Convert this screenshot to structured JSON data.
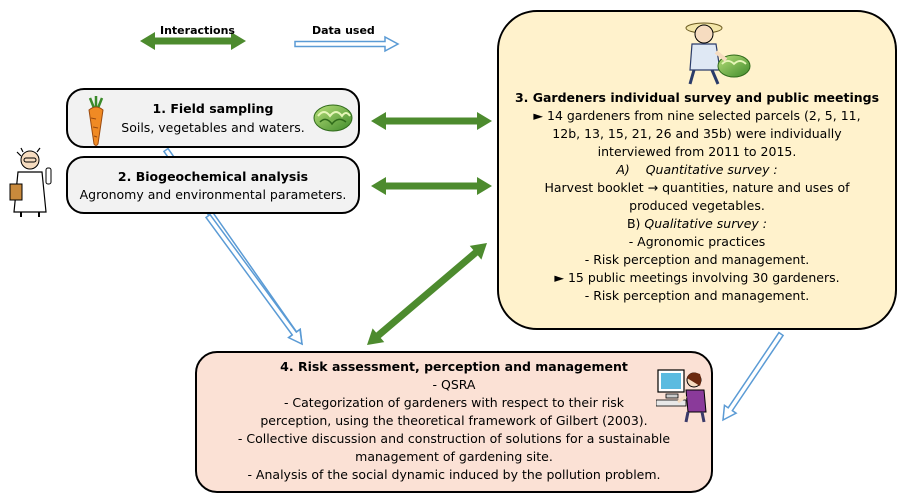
{
  "legend": {
    "interactions_label": "Interactions",
    "data_used_label": "Data used"
  },
  "box1": {
    "title": "1. Field sampling",
    "text": "Soils, vegetables and waters."
  },
  "box2": {
    "title": "2. Biogeochemical analysis",
    "text": "Agronomy and environmental parameters."
  },
  "box3": {
    "title": "3. Gardeners individual survey and public meetings",
    "line1": "► 14 gardeners from nine selected parcels (2, 5, 11,",
    "line2": "12b, 13, 15, 21, 26 and 35b) were individually",
    "line3": "interviewed from 2011 to 2015.",
    "quant_marker": "A)",
    "quant_label": "Quantitative survey :",
    "line5": "Harvest booklet → quantities, nature and uses of",
    "line6": "produced vegetables.",
    "qual_marker": "B)",
    "qual_label": "Qualitative survey :",
    "line8": "- Agronomic practices",
    "line9": "- Risk perception and management.",
    "line10": "► 15 public meetings involving 30 gardeners.",
    "line11": "- Risk perception and management."
  },
  "box4": {
    "title": "4. Risk assessment, perception and management",
    "line1": "- QSRA",
    "line2": "-     Categorization of gardeners with respect to their risk",
    "line3": "perception, using the theoretical framework of Gilbert (2003).",
    "line4": "-     Collective discussion and construction of solutions for a sustainable",
    "line5": "management of gardening site.",
    "line6": "-     Analysis of the social dynamic induced by the pollution problem."
  },
  "colors": {
    "interaction_arrow": "#4d8b2e",
    "data_arrow": "#5b9bd5",
    "box_grey": "#f2f2f2",
    "box_yellow": "#fff2cc",
    "box_peach": "#fbe1d5"
  },
  "icons": [
    "carrot-icon",
    "lettuce-icon",
    "scientist-icon",
    "gardener-icon",
    "computer-user-icon"
  ]
}
